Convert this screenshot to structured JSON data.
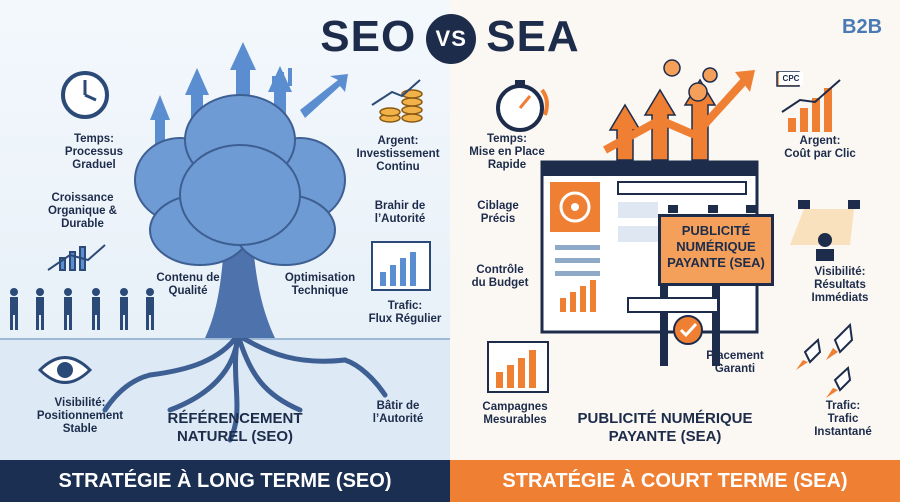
{
  "header": {
    "seo": "SEO",
    "vs": "VS",
    "sea": "SEA",
    "tag": "B2B"
  },
  "seo": {
    "time": "Temps:\nProcessus\nGraduel",
    "growth": "Croissance\nOrganique &\nDurable",
    "money": "Argent:\nInvestissement\nContinu",
    "authority": "Brahir de\nl’Autorité",
    "content": "Contenu de\nQualité",
    "technical": "Optimisation\nTechnique",
    "traffic": "Trafic:\nFlux Régulier",
    "visibility": "Visibilité:\nPositionnement\nStable",
    "build": "Bâtir de\nl’Autorité",
    "big_label": "RÉFÉRENCEMENT\nNATUREL (SEO)",
    "banner": "STRATÉGIE À LONG TERME (SEO)"
  },
  "sea": {
    "time": "Temps:\nMise en Place\nRapide",
    "money": "Argent:\nCoût par Clic",
    "cpc": "CPC",
    "targeting": "Ciblage\nPrécis",
    "budget": "Contrôle\ndu Budget",
    "billboard": "PUBLICITÉ\nNUMÉRIQUE\nPAYANTE (SEA)",
    "visibility": "Visibilité:\nRésultats\nImmédiats",
    "placement": "Placement\nGaranti",
    "campaigns": "Campagnes\nMesurables",
    "traffic": "Trafic:\nTrafic\nInstantané",
    "big_label": "PUBLICITÉ NUMÉRIQUE\nPAYANTE (SEA)",
    "banner": "STRATÉGIE À COURT TERME (SEA)"
  },
  "colors": {
    "navy": "#1d2c4b",
    "blue": "#4a7ab3",
    "orange": "#ef7f33"
  }
}
